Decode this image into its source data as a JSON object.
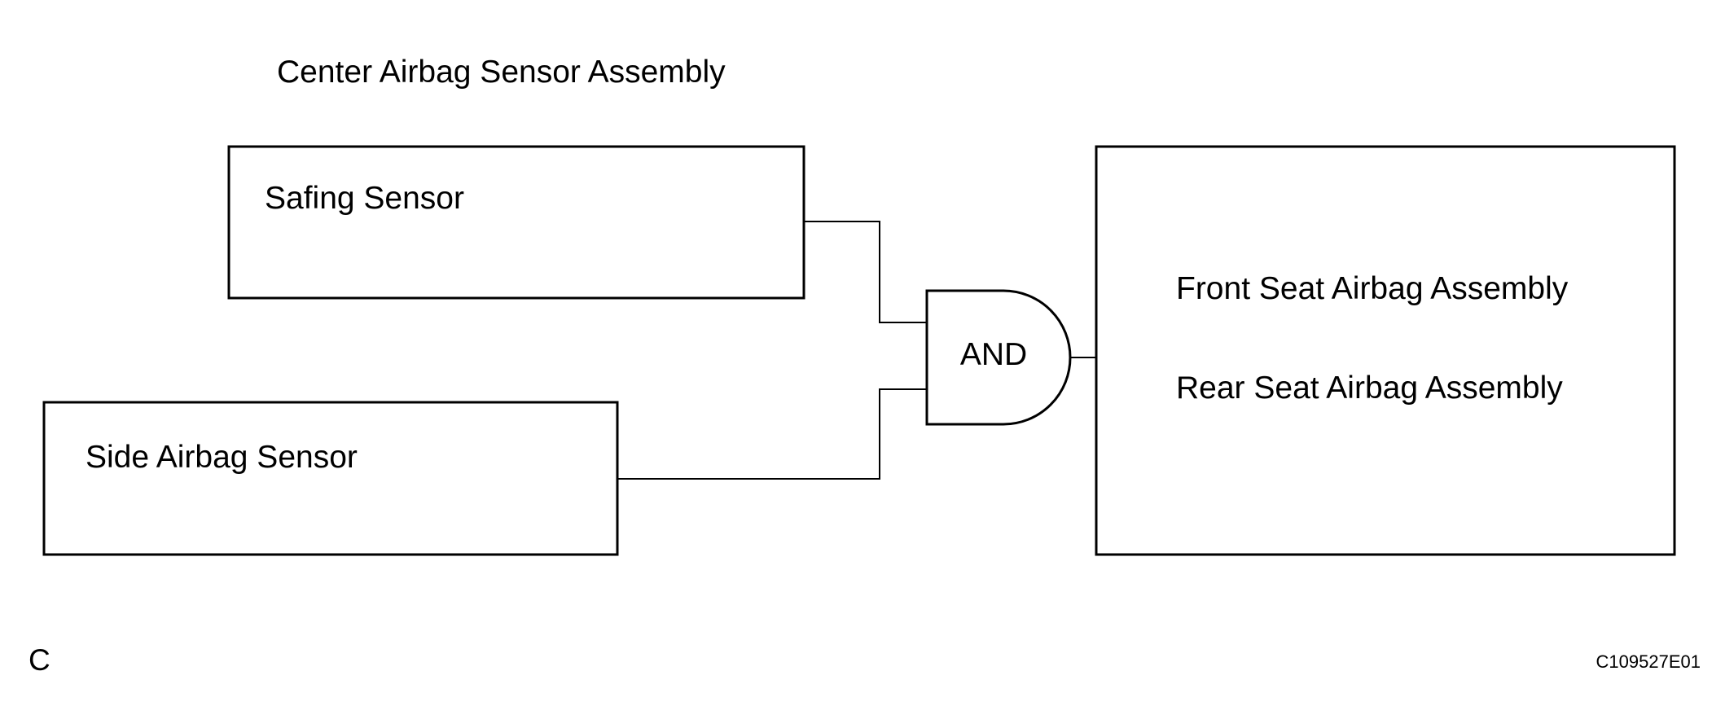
{
  "diagram": {
    "assembly_title": "Center Airbag Sensor Assembly",
    "safing_sensor": "Safing Sensor",
    "side_airbag_sensor": "Side Airbag Sensor",
    "gate_label": "AND",
    "front_seat_airbag": "Front Seat Airbag Assembly",
    "rear_seat_airbag": "Rear Seat Airbag Assembly",
    "corner_letter": "C",
    "figure_code": "C109527E01"
  }
}
